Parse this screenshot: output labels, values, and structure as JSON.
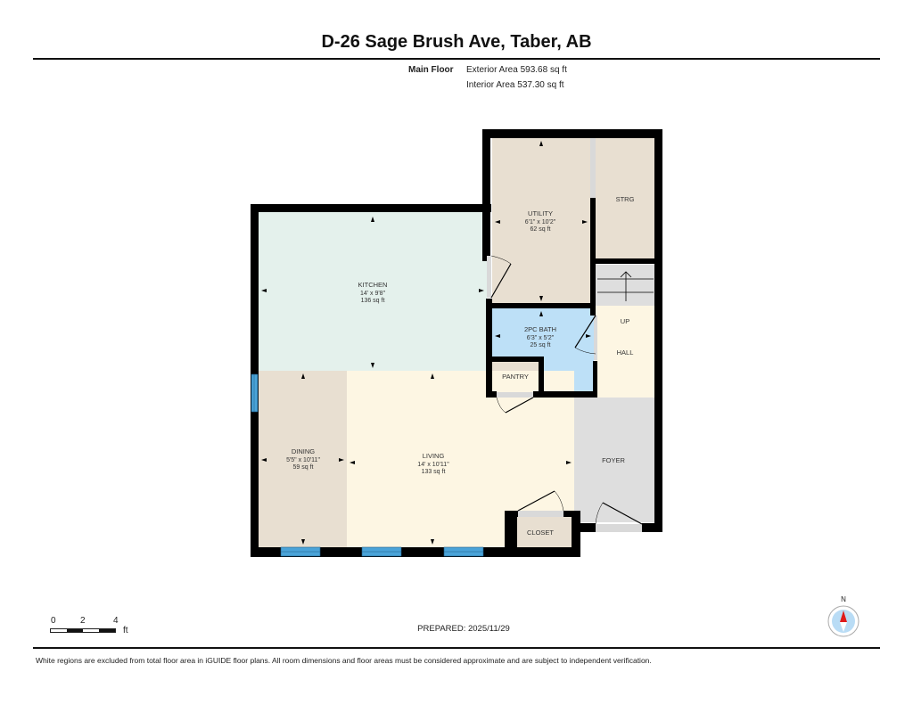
{
  "header": {
    "title": "D-26 Sage Brush Ave, Taber, AB",
    "floor_label": "Main Floor",
    "exterior_area": "Exterior Area 593.68 sq ft",
    "interior_area": "Interior Area 537.30 sq ft"
  },
  "rooms": [
    {
      "name": "KITCHEN",
      "dims": "14' x 9'8\"",
      "area": "136 sq ft",
      "color": "#e4f1ec"
    },
    {
      "name": "UTILITY",
      "dims": "6'1\" x 10'2\"",
      "area": "62 sq ft",
      "color": "#e8dfd1"
    },
    {
      "name": "STRG",
      "dims": "",
      "area": "",
      "color": "#e8dfd1"
    },
    {
      "name": "2PC BATH",
      "dims": "6'3\" x 5'2\"",
      "area": "25 sq ft",
      "color": "#bde0f7"
    },
    {
      "name": "PANTRY",
      "dims": "",
      "area": "",
      "color": "#e8dfd1"
    },
    {
      "name": "UP",
      "dims": "",
      "area": "",
      "color": "#fdf6e3"
    },
    {
      "name": "HALL",
      "dims": "",
      "area": "",
      "color": "#fdf6e3"
    },
    {
      "name": "DINING",
      "dims": "5'5\" x 10'11\"",
      "area": "59 sq ft",
      "color": "#e8dfd1"
    },
    {
      "name": "LIVING",
      "dims": "14' x 10'11\"",
      "area": "133 sq ft",
      "color": "#fdf6e3"
    },
    {
      "name": "FOYER",
      "dims": "",
      "area": "",
      "color": "#dedede"
    },
    {
      "name": "CLOSET",
      "dims": "",
      "area": "",
      "color": "#e8dfd1"
    }
  ],
  "colors": {
    "wall": "#000000",
    "window": "#4aa3d8",
    "door_opening": "#d9d9d9",
    "stairs": "#dedede"
  },
  "scale_bar": {
    "labels": [
      "0",
      "2",
      "4"
    ],
    "unit": "ft"
  },
  "prepared": "PREPARED: 2025/11/29",
  "compass": {
    "label": "N"
  },
  "footer": {
    "disclaimer": "White regions are excluded from total floor area in iGUIDE floor plans. All room dimensions and floor areas must be considered approximate and are subject to independent verification."
  }
}
